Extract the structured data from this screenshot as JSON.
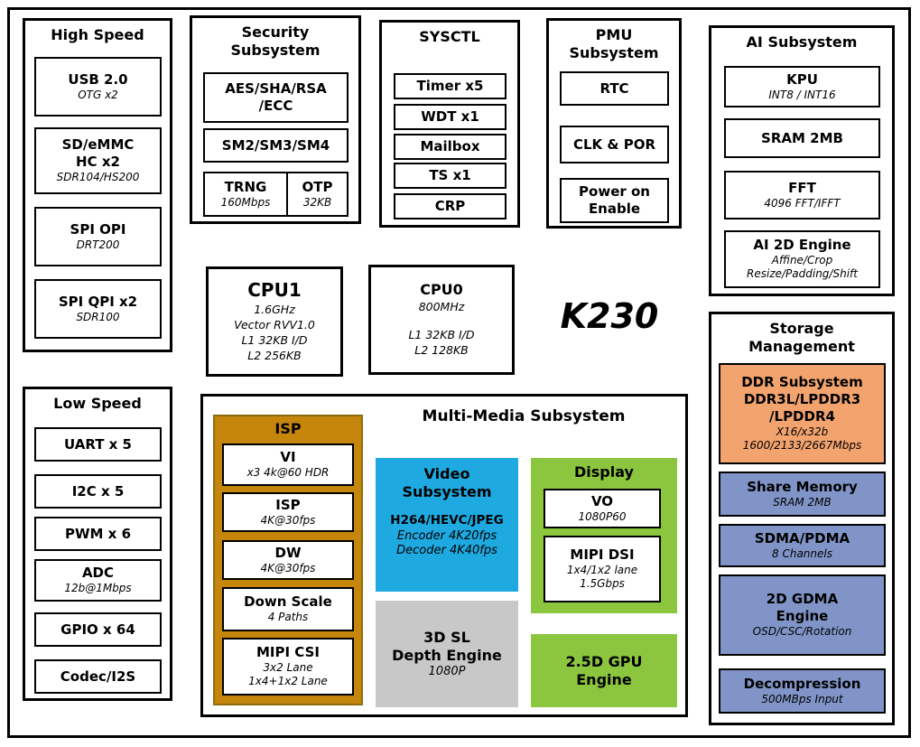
{
  "chip": {
    "label": "K230"
  },
  "colors": {
    "isp_gold": "#C6860B",
    "video_blue": "#1FA9E1",
    "display_green": "#8CC63F",
    "depth_gray": "#C8C8C8",
    "ddr_orange": "#F2A36E",
    "storage_blue": "#8094C7"
  },
  "high_speed": {
    "title": "High Speed",
    "usb": {
      "label": "USB 2.0",
      "sub": "OTG x2"
    },
    "sdemmc": {
      "line1": "SD/eMMC",
      "line2": "HC x2",
      "sub": "SDR104/HS200"
    },
    "spi_opi": {
      "label": "SPI OPI",
      "sub": "DRT200"
    },
    "spi_qpi": {
      "label": "SPI QPI x2",
      "sub": "SDR100"
    }
  },
  "security": {
    "title": "Security Subsystem",
    "aes": {
      "line1": "AES/SHA/RSA",
      "line2": "/ECC"
    },
    "sm": {
      "label": "SM2/SM3/SM4"
    },
    "trng": {
      "label": "TRNG",
      "sub": "160Mbps"
    },
    "otp": {
      "label": "OTP",
      "sub": "32KB"
    }
  },
  "sysctl": {
    "title": "SYSCTL",
    "items": [
      "Timer x5",
      "WDT x1",
      "Mailbox",
      "TS x1",
      "CRP"
    ]
  },
  "pmu": {
    "title": "PMU Subsystem",
    "rtc": "RTC",
    "clk_por": "CLK & POR",
    "power_on": "Power on Enable"
  },
  "ai": {
    "title": "AI Subsystem",
    "kpu": {
      "label": "KPU",
      "sub": "INT8 / INT16"
    },
    "sram": {
      "label": "SRAM 2MB"
    },
    "fft": {
      "label": "FFT",
      "sub": "4096 FFT/IFFT"
    },
    "engine_2d": {
      "label": "AI 2D Engine",
      "sub1": "Affine/Crop",
      "sub2": "Resize/Padding/Shift"
    }
  },
  "cpu1": {
    "title": "CPU1",
    "line1": "1.6GHz",
    "line2": "Vector RVV1.0",
    "line3": "L1 32KB I/D",
    "line4": "L2 256KB"
  },
  "cpu0": {
    "title": "CPU0",
    "line1": "800MHz",
    "line2": "L1 32KB I/D",
    "line3": "L2 128KB"
  },
  "low_speed": {
    "title": "Low Speed",
    "uart": "UART x 5",
    "i2c": "I2C x 5",
    "pwm": "PWM x 6",
    "adc": {
      "label": "ADC",
      "sub": "12b@1Mbps"
    },
    "gpio": "GPIO x 64",
    "codec": "Codec/I2S"
  },
  "multimedia": {
    "title": "Multi-Media Subsystem",
    "isp_group": {
      "title": "ISP",
      "vi": {
        "label": "VI",
        "sub": "x3 4k@60 HDR"
      },
      "isp": {
        "label": "ISP",
        "sub": "4K@30fps"
      },
      "dw": {
        "label": "DW",
        "sub": "4K@30fps"
      },
      "down_scale": {
        "label": "Down Scale",
        "sub": "4 Paths"
      },
      "mipi_csi": {
        "label": "MIPI CSI",
        "sub1": "3x2 Lane",
        "sub2": "1x4+1x2 Lane"
      }
    },
    "video": {
      "title": "Video Subsystem",
      "codecs": "H264/HEVC/JPEG",
      "encoder": "Encoder 4K20fps",
      "decoder": "Decoder 4K40fps"
    },
    "display": {
      "title": "Display",
      "vo": {
        "label": "VO",
        "sub": "1080P60"
      },
      "mipi_dsi": {
        "label": "MIPI DSI",
        "sub1": "1x4/1x2 lane",
        "sub2": "1.5Gbps"
      }
    },
    "depth": {
      "line1": "3D SL",
      "line2": "Depth Engine",
      "sub": "1080P"
    },
    "gpu": {
      "line1": "2.5D GPU",
      "line2": "Engine"
    }
  },
  "storage": {
    "title": "Storage Management",
    "ddr": {
      "line1": "DDR Subsystem",
      "line2": "DDR3L/LPDDR3",
      "line3": "/LPDDR4",
      "sub1": "X16/x32b",
      "sub2": "1600/2133/2667Mbps"
    },
    "share_memory": {
      "label": "Share Memory",
      "sub": "SRAM 2MB"
    },
    "sdma": {
      "label": "SDMA/PDMA",
      "sub": "8 Channels"
    },
    "gdma": {
      "line1": "2D GDMA",
      "line2": "Engine",
      "sub": "OSD/CSC/Rotation"
    },
    "decompression": {
      "label": "Decompression",
      "sub": "500MBps Input"
    }
  }
}
